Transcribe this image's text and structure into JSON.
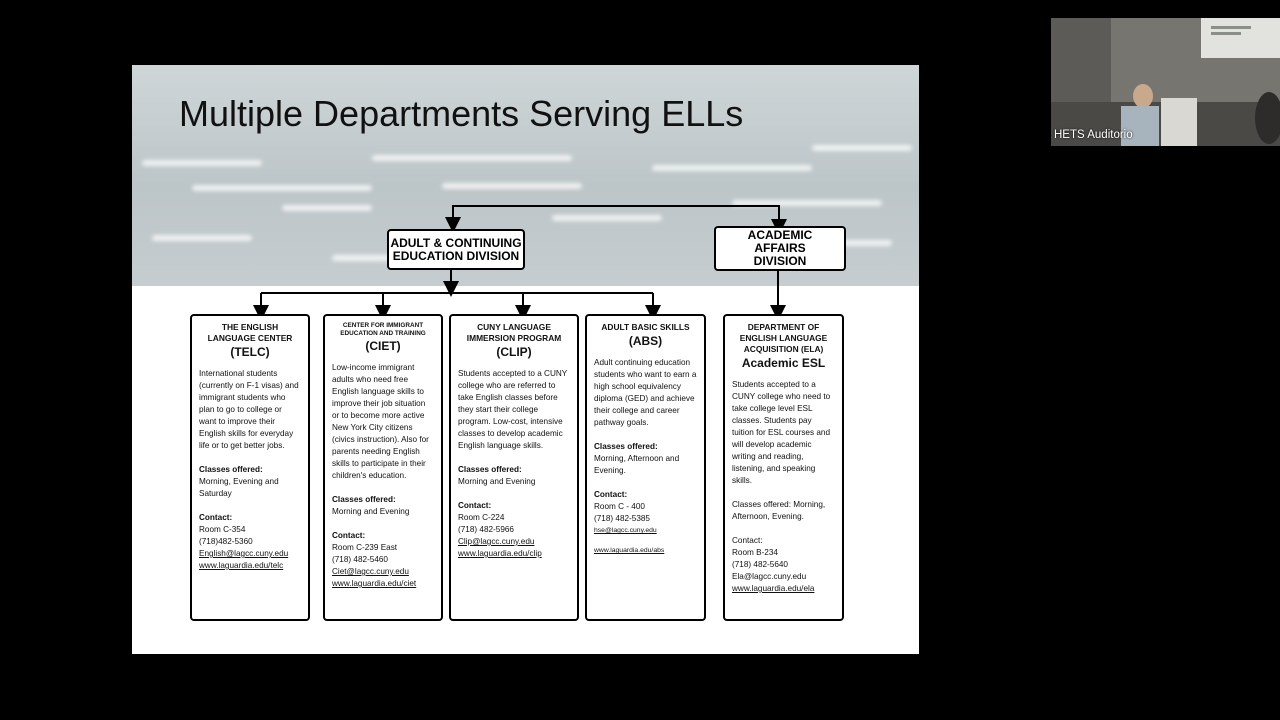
{
  "slide": {
    "title": "Multiple Departments Serving ELLs",
    "divisions": {
      "adult": "ADULT & CONTINUING EDUCATION DIVISION",
      "academic": "ACADEMIC AFFAIRS DIVISION"
    },
    "departments": [
      {
        "heading": "THE ENGLISH LANGUAGE CENTER",
        "acronym": "(TELC)",
        "description": "International students (currently on F-1 visas) and immigrant students who plan to go to college or want to improve their English skills for everyday life or to get  better jobs.",
        "classes_label": "Classes offered:",
        "classes": "Morning, Evening and Saturday",
        "contact_label": "Contact:",
        "room": "Room C-354",
        "phone": "(718)482-5360",
        "email": "English@lagcc.cuny.edu",
        "web": "www.laguardia.edu/telc"
      },
      {
        "heading": "CENTER FOR IMMIGRANT EDUCATION AND TRAINING",
        "acronym": "(CIET)",
        "description": "Low-income immigrant adults who need free English language skills to improve their job situation or to become more active New York City citizens (civics instruction). Also for parents needing English skills to participate in their children's education.",
        "classes_label": "Classes offered:",
        "classes": "Morning and Evening",
        "contact_label": "Contact:",
        "room": "Room C-239 East",
        "phone": "(718) 482-5460",
        "email": "Ciet@lagcc.cuny.edu",
        "web": "www.laguardia.edu/ciet"
      },
      {
        "heading": "CUNY LANGUAGE IMMERSION PROGRAM",
        "acronym": "(CLIP)",
        "description": "Students accepted to a CUNY college who are referred to take English classes before they start their college program. Low-cost, intensive classes to develop academic English language skills.",
        "classes_label": "Classes offered:",
        "classes": "Morning and Evening",
        "contact_label": "Contact:",
        "room": "Room C-224",
        "phone": "(718) 482-5966",
        "email": "Clip@lagcc.cuny.edu",
        "web": "www.laguardia.edu/clip"
      },
      {
        "heading": "ADULT BASIC SKILLS",
        "acronym": "(ABS)",
        "description": "Adult continuing education students who want to earn a high school equivalency diploma (GED) and achieve their college and career pathway goals.",
        "classes_label": "Classes offered:",
        "classes": "Morning, Afternoon and Evening.",
        "contact_label": "Contact:",
        "room": "Room C - 400",
        "phone": "(718) 482-5385",
        "email": "hse@lagcc.cuny.edu",
        "web": "www.laguardia.edu/abs"
      },
      {
        "heading": "DEPARTMENT OF ENGLISH LANGUAGE ACQUISITION  (ELA)",
        "acronym": "Academic ESL",
        "description": "Students accepted to a CUNY college who need to take college level ESL classes. Students pay tuition for ESL courses and will develop academic writing and reading, listening, and speaking skills.",
        "classes_label": "Classes offered:",
        "classes": "Morning, Afternoon, Evening.",
        "contact_label": "Contact:",
        "room": "Room B-234",
        "phone": "(718) 482-5640",
        "email": "Ela@lagcc.cuny.edu",
        "web": "www.laguardia.edu/ela"
      }
    ]
  },
  "video": {
    "label": "HETS Auditorio"
  }
}
